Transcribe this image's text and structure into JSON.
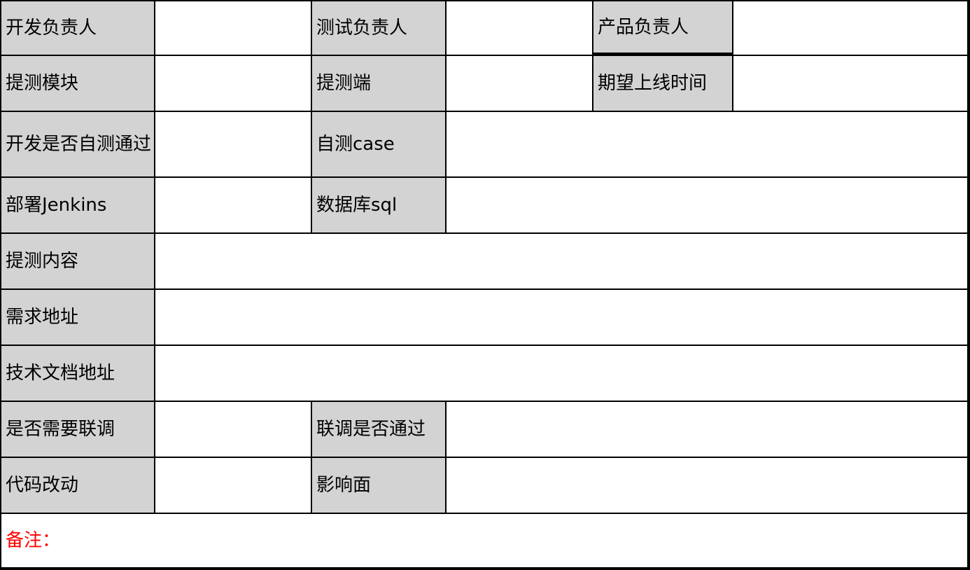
{
  "form": {
    "rows": {
      "dev_owner_label": "开发负责人",
      "test_owner_label": "测试负责人",
      "product_owner_label": "产品负责人",
      "test_module_label": "提测模块",
      "test_client_label": "提测端",
      "expected_launch_label": "期望上线时间",
      "dev_self_test_label": "开发是否自测通过",
      "self_test_case_label": "自测case",
      "deploy_jenkins_label": "部署Jenkins",
      "database_sql_label": "数据库sql",
      "test_content_label": "提测内容",
      "requirement_url_label": "需求地址",
      "tech_doc_url_label": "技术文档地址",
      "need_joint_debug_label": "是否需要联调",
      "joint_debug_passed_label": "联调是否通过",
      "code_changes_label": "代码改动",
      "impact_scope_label": "影响面",
      "remarks_label": "备注："
    }
  },
  "colors": {
    "label_background": "#d3d3d3",
    "value_background": "#ffffff",
    "grid_line": "#000000",
    "remarks_text": "#ff0000"
  }
}
